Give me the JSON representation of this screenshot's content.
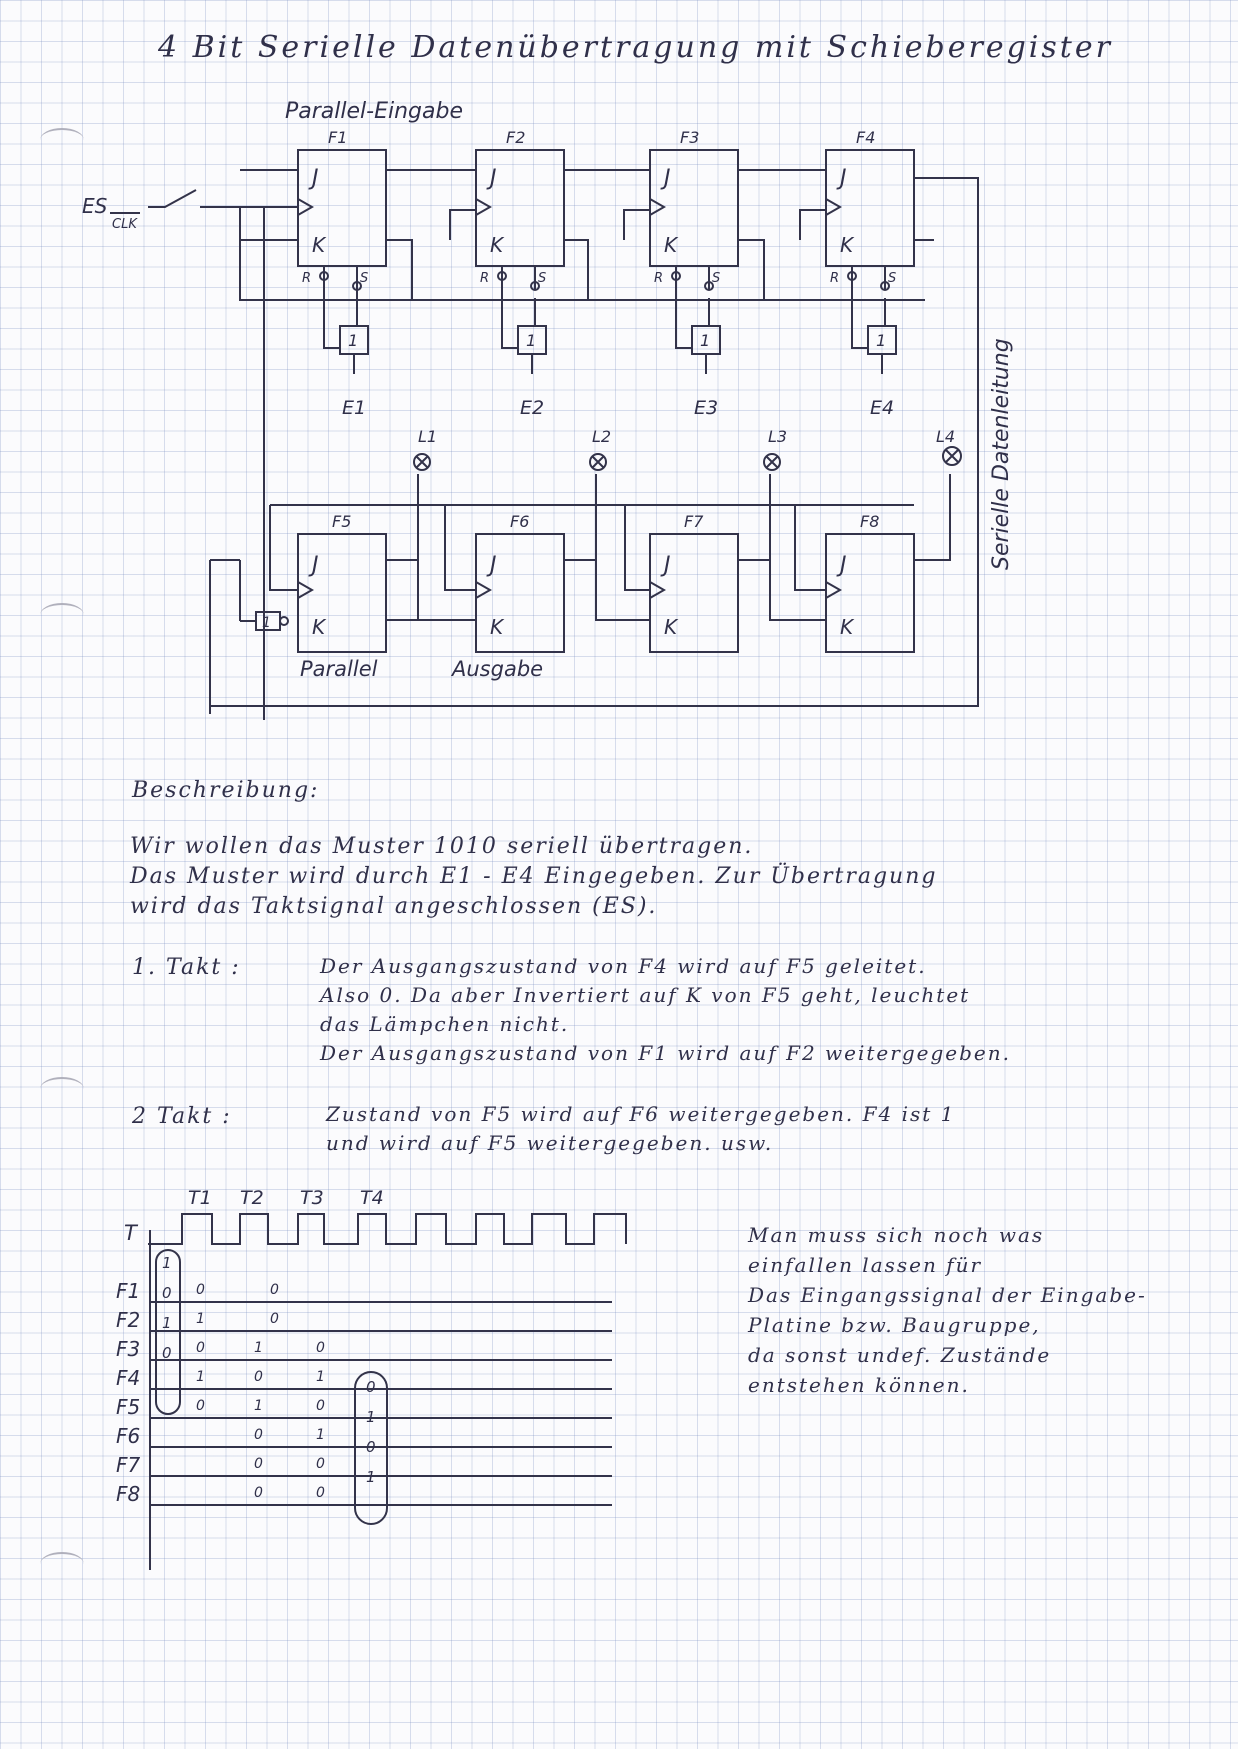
{
  "title": "4 Bit  Serielle Datenübertragung mit Schieberegister",
  "diagram": {
    "parallel_input_label": "Parallel-Eingabe",
    "parallel_output_label": "Parallel",
    "output_label": "Ausgabe",
    "serial_line_label": "Serielle Datenleitung",
    "es_label": "ES",
    "clk_label": "CLK",
    "pin_j": "J",
    "pin_k": "K",
    "pin_r": "R",
    "pin_s": "S",
    "inverter_label": "1",
    "top_flipflops": [
      "F1",
      "F2",
      "F3",
      "F4"
    ],
    "bottom_flipflops": [
      "F5",
      "F6",
      "F7",
      "F8"
    ],
    "inputs": [
      "E1",
      "E2",
      "E3",
      "E4"
    ],
    "lamps": [
      "L1",
      "L2",
      "L3",
      "L4"
    ]
  },
  "description": {
    "heading": "Beschreibung:",
    "intro": [
      "Wir wollen    das Muster 1010 seriell übertragen.",
      "Das  Muster wird durch E1 - E4 Eingegeben. Zur Übertragung",
      "wird das Taktsignal angeschlossen (ES)."
    ],
    "steps": [
      {
        "label": "1. Takt  :",
        "lines": [
          "Der Ausgangszustand von F4 wird auf F5 geleitet.",
          "Also  0. Da aber Invertiert auf K von F5 geht, leuchtet",
          "das  Lämpchen  nicht.",
          "Der Ausgangszustand von F1 wird auf F2 weitergegeben."
        ]
      },
      {
        "label": "2  Takt :",
        "lines": [
          "Zustand von F5 wird auf F6 weitergegeben. F4 ist 1",
          "und  wird  auf  F5  weitergegeben.  usw."
        ]
      }
    ]
  },
  "timing": {
    "clock_labels": [
      "T1",
      "T2",
      "T3",
      "T4"
    ],
    "clock_row_label": "T",
    "rows": [
      "F1",
      "F2",
      "F3",
      "F4",
      "F5",
      "F6",
      "F7",
      "F8"
    ],
    "initial_values": [
      "1",
      "0",
      "1",
      "0"
    ],
    "row_values": {
      "F1": [
        "0",
        "0"
      ],
      "F2": [
        "1",
        "0"
      ],
      "F3": [
        "0",
        "1",
        "0"
      ],
      "F4": [
        "1",
        "0",
        "1"
      ],
      "F5": [
        "0",
        "1",
        "0"
      ],
      "F6": [
        "0",
        "1"
      ],
      "F7": [
        "0",
        "0"
      ],
      "F8": [
        "0",
        "0"
      ]
    },
    "final_values": [
      "0",
      "1",
      "0",
      "1"
    ]
  },
  "side_note": [
    "Man  muss  sich  noch  was",
    "einfallen  lassen  für",
    "Das  Eingangssignal der Eingabe-",
    "Platine  bzw.  Baugruppe,",
    "da  sonst  undef.  Zustände",
    "entstehen  können."
  ]
}
